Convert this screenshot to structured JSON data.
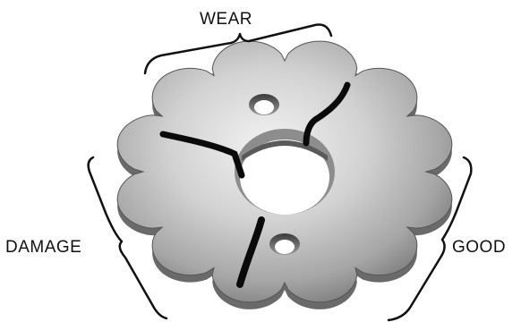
{
  "labels": {
    "top": "WEAR",
    "left": "DAMAGE",
    "right": "GOOD"
  },
  "colors": {
    "ink": "#111111",
    "metal_light": "#e6e6e6",
    "metal_mid": "#a8a8a8",
    "metal_dark": "#5a5a5a",
    "crack": "#0a0a0a"
  },
  "figure": {
    "part": "sprocket",
    "teeth": 12,
    "holes": 2,
    "cracks": 3
  }
}
